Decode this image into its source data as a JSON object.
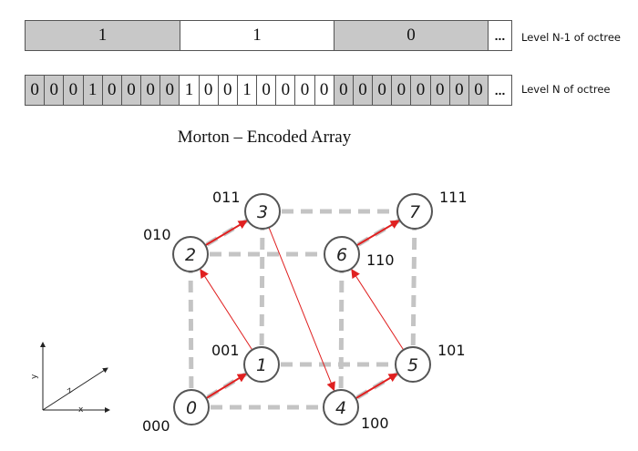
{
  "level_n_minus_1": {
    "label": "Level N-1 of octree",
    "cells": [
      "1",
      "1",
      "0"
    ],
    "ellipsis": "..."
  },
  "level_n": {
    "label": "Level N of octree",
    "cells": [
      "0",
      "0",
      "0",
      "1",
      "0",
      "0",
      "0",
      "0",
      "1",
      "0",
      "0",
      "1",
      "0",
      "0",
      "0",
      "0",
      "0",
      "0",
      "0",
      "0",
      "0",
      "0",
      "0",
      "0"
    ],
    "ellipsis": "..."
  },
  "caption": "Morton – Encoded Array",
  "nodes": [
    {
      "id": "0",
      "code": "000"
    },
    {
      "id": "1",
      "code": "001"
    },
    {
      "id": "2",
      "code": "010"
    },
    {
      "id": "3",
      "code": "011"
    },
    {
      "id": "4",
      "code": "100"
    },
    {
      "id": "5",
      "code": "101"
    },
    {
      "id": "6",
      "code": "110"
    },
    {
      "id": "7",
      "code": "111"
    }
  ],
  "axes": {
    "x": "x",
    "y": "y",
    "z": "z"
  },
  "colors": {
    "arrow": "#e02020",
    "edge": "#c4c4c4",
    "cell_gray": "#c8c8c8",
    "node_stroke": "#555555"
  }
}
